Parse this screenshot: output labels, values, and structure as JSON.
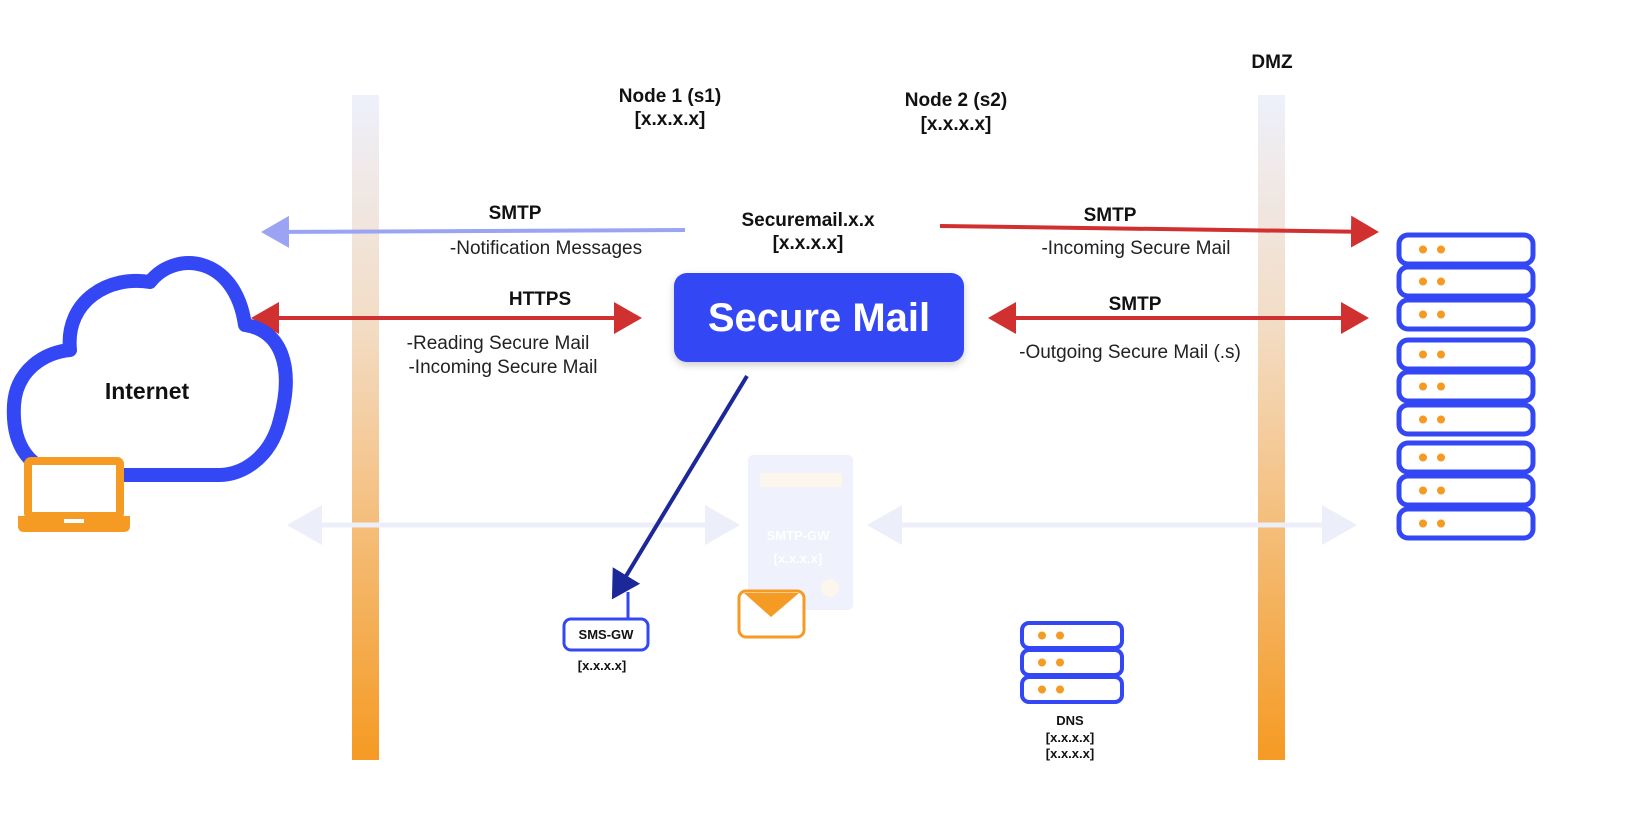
{
  "zones": {
    "dmz": "DMZ"
  },
  "nodes": {
    "node1": {
      "name": "Node 1 (s1)",
      "ip": "[x.x.x.x]"
    },
    "node2": {
      "name": "Node 2 (s2)",
      "ip": "[x.x.x.x]"
    },
    "securemail": {
      "name": "Securemail.x.x",
      "ip": "[x.x.x.x]"
    }
  },
  "main_box": {
    "label": "Secure Mail",
    "color": "#3347f5"
  },
  "internet": {
    "label": "Internet"
  },
  "flows": {
    "notification": {
      "protocol": "SMTP",
      "desc": "-Notification Messages",
      "color": "#9aa4f2"
    },
    "incoming_right": {
      "protocol": "SMTP",
      "desc": "-Incoming Secure Mail",
      "color": "#d0302f"
    },
    "https": {
      "protocol": "HTTPS",
      "desc1": "-Reading Secure Mail",
      "desc2": "-Incoming Secure Mail",
      "color": "#d0302f"
    },
    "outgoing": {
      "protocol": "SMTP",
      "desc": "-Outgoing Secure Mail (.s)",
      "color": "#d0302f"
    },
    "sms": {
      "color": "#1c2799"
    }
  },
  "sms_gw": {
    "label": "SMS-GW",
    "ip": "[x.x.x.x]"
  },
  "smtp_gw": {
    "label": "SMTP-GW",
    "ip": "[x.x.x.x]"
  },
  "dns": {
    "label": "DNS",
    "ip1": "[x.x.x.x]",
    "ip2": "[x.x.x.x]"
  },
  "colors": {
    "accent": "#3347f5",
    "orange": "#f59a23",
    "red": "#d0302f"
  }
}
